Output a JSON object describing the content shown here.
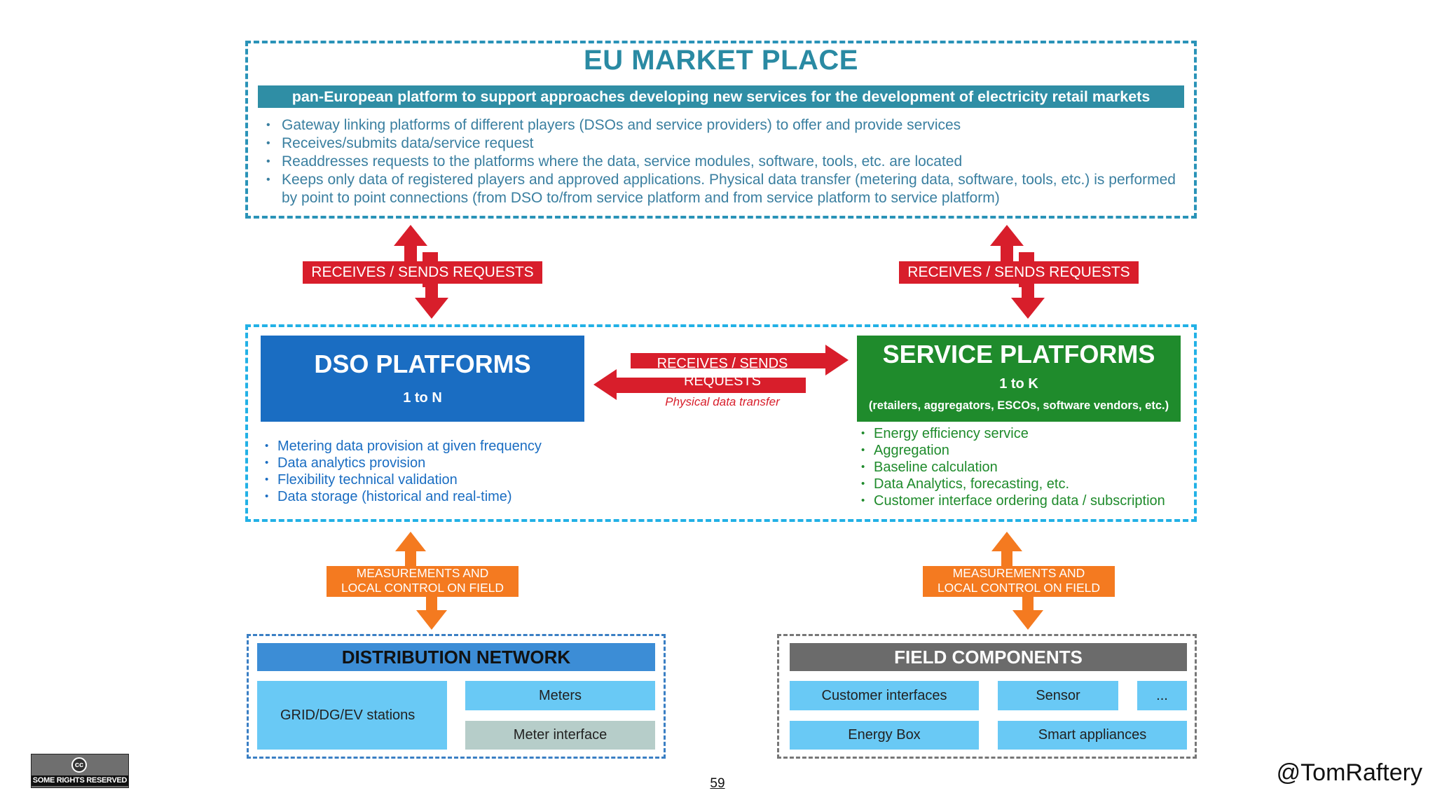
{
  "eu_market": {
    "title": "EU MARKET PLACE",
    "banner": "pan-European platform to support approaches developing new services for the development of electricity retail markets",
    "bullets": [
      "Gateway linking platforms of different players (DSOs and service providers) to offer and provide services",
      "Receives/submits data/service request",
      "Readdresses requests to the platforms where the data, service modules, software, tools, etc. are located",
      "Keeps only data of registered players and approved applications. Physical data transfer (metering data, software, tools, etc.) is performed by point to point connections (from DSO to/from service platform and from service platform to service platform)"
    ]
  },
  "arrows": {
    "left_top": "RECEIVES / SENDS REQUESTS",
    "right_top": "RECEIVES / SENDS REQUESTS",
    "middle_line1": "RECEIVES / SENDS",
    "middle_line2": "REQUESTS",
    "middle_note": "Physical data transfer",
    "left_bottom_line1": "MEASUREMENTS AND",
    "left_bottom_line2": "LOCAL CONTROL ON FIELD",
    "right_bottom_line1": "MEASUREMENTS AND",
    "right_bottom_line2": "LOCAL CONTROL ON FIELD"
  },
  "dso": {
    "title": "DSO PLATFORMS",
    "subtitle": "1 to N",
    "bullets": [
      "Metering data provision at given frequency",
      "Data analytics provision",
      "Flexibility technical validation",
      "Data storage (historical and real-time)"
    ]
  },
  "service": {
    "title": "SERVICE PLATFORMS",
    "subtitle": "1 to K",
    "subtitle2": "(retailers, aggregators, ESCOs, software vendors, etc.)",
    "bullets": [
      "Energy efficiency service",
      "Aggregation",
      "Baseline calculation",
      "Data Analytics, forecasting, etc.",
      "Customer interface ordering data / subscription"
    ]
  },
  "distribution": {
    "title": "DISTRIBUTION NETWORK",
    "grid": "GRID/DG/EV stations",
    "meters": "Meters",
    "meter_interface": "Meter interface"
  },
  "field": {
    "title": "FIELD COMPONENTS",
    "customer_interfaces": "Customer interfaces",
    "sensor": "Sensor",
    "more": "...",
    "energy_box": "Energy Box",
    "smart_appliances": "Smart appliances"
  },
  "footer": {
    "cc_symbol": "cc",
    "cc_text": "SOME RIGHTS RESERVED",
    "page": "59",
    "handle": "@TomRaftery"
  },
  "colors": {
    "teal": "#2f8ea5",
    "red": "#d81e2b",
    "orange": "#f47a20",
    "dso_blue": "#1a6dc2",
    "service_green": "#1f8b2c",
    "light_blue": "#69c9f5",
    "grey": "#6b6b6b"
  }
}
